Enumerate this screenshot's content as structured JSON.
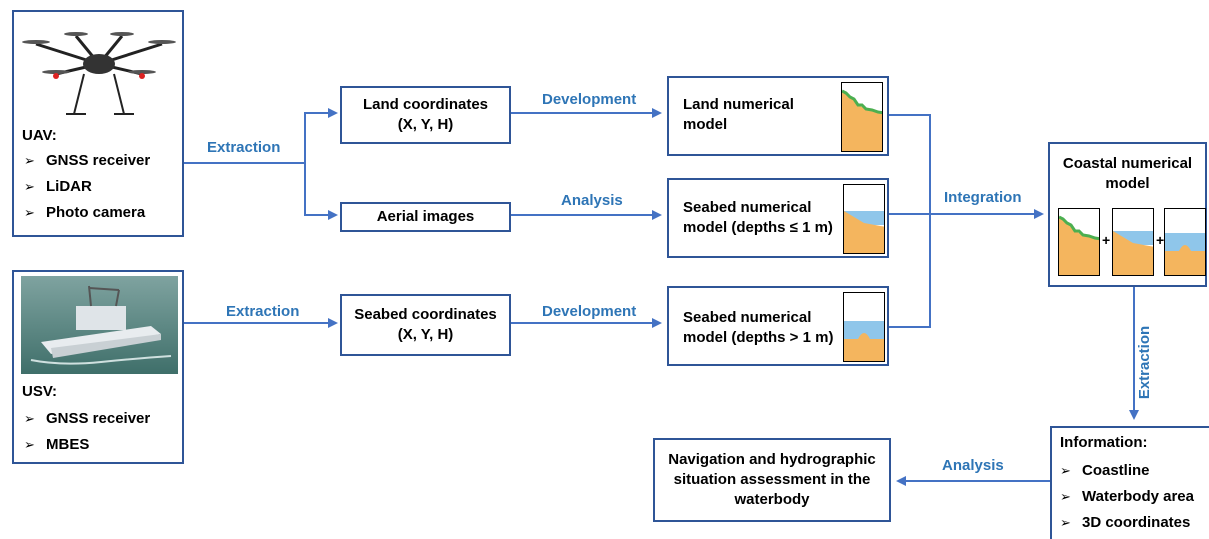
{
  "uav": {
    "title": "UAV:",
    "items": [
      "GNSS receiver",
      "LiDAR",
      "Photo camera"
    ],
    "image_icon": "drone-photo"
  },
  "usv": {
    "title": "USV:",
    "items": [
      "GNSS receiver",
      "MBES"
    ],
    "image_icon": "boat-photo"
  },
  "boxes": {
    "land_coords": [
      "Land coordinates",
      "(X, Y, H)"
    ],
    "aerial_images": "Aerial images",
    "seabed_coords": [
      "Seabed coordinates",
      "(X, Y, H)"
    ],
    "land_model": [
      "Land numerical",
      "model"
    ],
    "seabed_shallow": [
      "Seabed numerical",
      "model (depths ≤ 1 m)"
    ],
    "seabed_deep": [
      "Seabed numerical",
      "model (depths > 1 m)"
    ],
    "coastal_model": [
      "Coastal numerical",
      "model"
    ],
    "plus": "+",
    "info_title": "Information:",
    "info_items": [
      "Coastline",
      "Waterbody area",
      "3D coordinates"
    ],
    "navigation": [
      "Navigation and hydrographic",
      "situation assessment in the",
      "waterbody"
    ]
  },
  "labels": {
    "extraction_uav": "Extraction",
    "extraction_usv": "Extraction",
    "development_land": "Development",
    "analysis_aerial": "Analysis",
    "development_seabed": "Development",
    "integration": "Integration",
    "extraction_vertical": "Extraction",
    "analysis_bottom": "Analysis"
  },
  "colors": {
    "line": "#4472C4",
    "label": "#2E75B6",
    "border": "#2F5597",
    "sand": "#F4B55E",
    "water": "#8FC6EA",
    "grass": "#4CAF50"
  }
}
